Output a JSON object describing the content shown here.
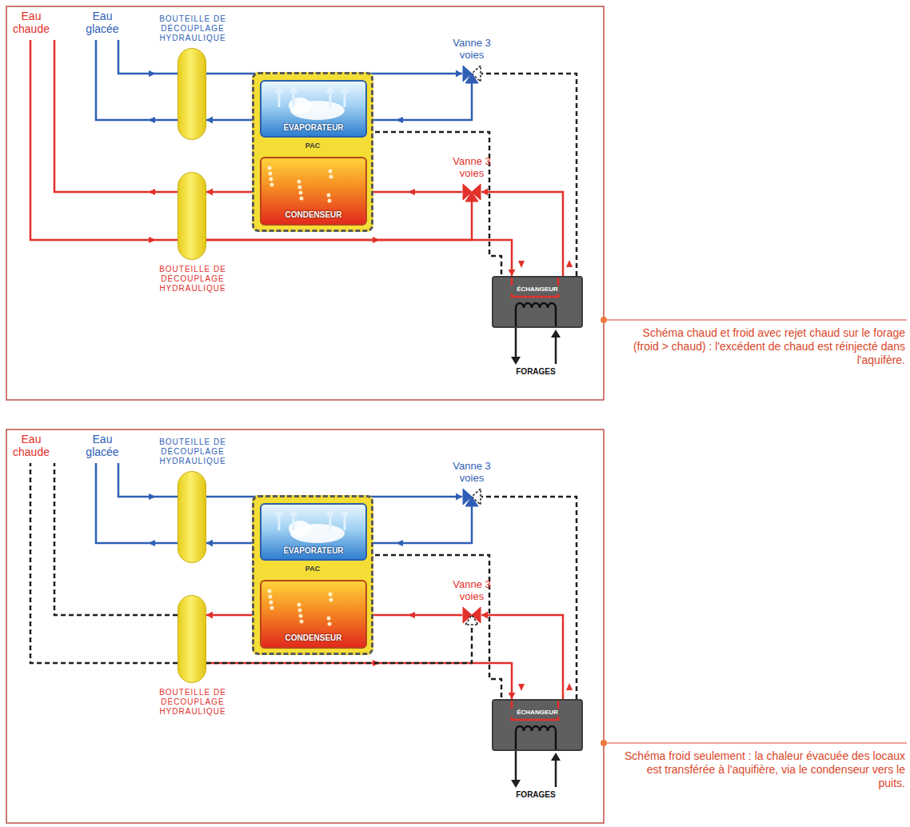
{
  "diagram": {
    "nodes": [
      {
        "text": [
          "BOUTEILLE DE DÉCOUPLAGE HYDRAULIQUE"
        ]
      },
      {
        "text": [
          "PAC"
        ]
      },
      {
        "text": [
          "ÉVAPORATEUR"
        ],
        "in": 1
      },
      {
        "text": [
          "CONDENSEUR"
        ],
        "in": 1
      },
      {
        "text": [
          "BOUTEILLE DE DÉCOUPLAGE HYDRAULIQUE"
        ]
      },
      {
        "text": [
          "Vanne 3 voies"
        ]
      },
      {
        "text": [
          "Vanne 3 voies"
        ]
      },
      {
        "text": [
          "ÉCHANGEUR"
        ]
      },
      {
        "text": [
          "BOUTEILLE DE DÉCOUPLAGE HYDRAULIQUE"
        ]
      },
      {
        "text": [
          "PAC"
        ]
      },
      {
        "text": [
          "ÉVAPORATEUR"
        ],
        "in": 9
      },
      {
        "text": [
          "CONDENSEUR"
        ],
        "in": 9
      },
      {
        "text": [
          "BOUTEILLE DE DÉCOUPLAGE HYDRAULIQUE"
        ]
      },
      {
        "text": [
          "Vanne 3 voies"
        ]
      },
      {
        "text": [
          "Vanne 3 voies"
        ]
      },
      {
        "text": [
          "ÉCHANGEUR"
        ]
      }
    ],
    "edges": [
      {
        "from": 0,
        "to": 5,
        "arrow": "to"
      },
      {
        "from": 5,
        "to": 2,
        "arrow": "to"
      },
      {
        "from": 2,
        "to": 0,
        "arrow": "to"
      },
      {
        "from": 7,
        "to": 5,
        "arrow": "none"
      },
      {
        "from": 6,
        "to": 3,
        "arrow": "to"
      },
      {
        "from": 3,
        "to": 4,
        "arrow": "to"
      },
      {
        "from": 4,
        "to": 7,
        "arrow": "to"
      },
      {
        "from": 4,
        "to": 6,
        "arrow": "none"
      },
      {
        "from": 7,
        "to": 6,
        "arrow": "to"
      },
      {
        "from": 2,
        "to": 7,
        "arrow": "none"
      },
      {
        "from": 8,
        "to": 13,
        "arrow": "to"
      },
      {
        "from": 13,
        "to": 10,
        "arrow": "to"
      },
      {
        "from": 10,
        "to": 8,
        "arrow": "to"
      },
      {
        "from": 15,
        "to": 13,
        "arrow": "none"
      },
      {
        "from": 14,
        "to": 11,
        "arrow": "to"
      },
      {
        "from": 11,
        "to": 12,
        "arrow": "to"
      },
      {
        "from": 12,
        "to": 15,
        "arrow": "to"
      },
      {
        "from": 12,
        "to": 14,
        "arrow": "none"
      },
      {
        "from": 15,
        "to": 14,
        "arrow": "to"
      },
      {
        "from": 10,
        "to": 15,
        "arrow": "none"
      }
    ],
    "labels": [
      "Eau chaude",
      "Eau glacée",
      "FORAGES",
      "Schéma chaud et froid avec rejet chaud sur le forage (froid > chaud) : l'excédent de chaud est réinjecté dans l'aquifère.",
      "Eau chaude",
      "Eau glacée",
      "FORAGES",
      "Schéma froid seulement : la chaleur évacuée des locaux est transférée à l'aquifière, via le condenseur vers le puits."
    ]
  }
}
